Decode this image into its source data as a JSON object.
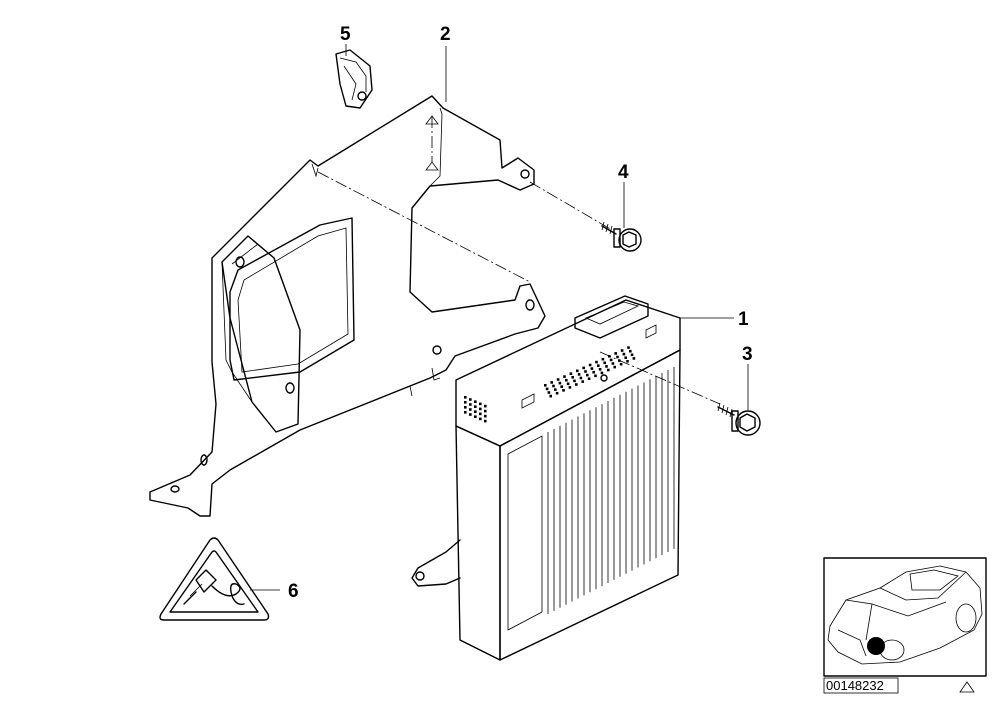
{
  "callouts": [
    {
      "id": "1",
      "label": "1"
    },
    {
      "id": "2",
      "label": "2"
    },
    {
      "id": "3",
      "label": "3"
    },
    {
      "id": "4",
      "label": "4"
    },
    {
      "id": "5",
      "label": "5"
    },
    {
      "id": "6",
      "label": "6"
    }
  ],
  "diagram_number": "00148232"
}
